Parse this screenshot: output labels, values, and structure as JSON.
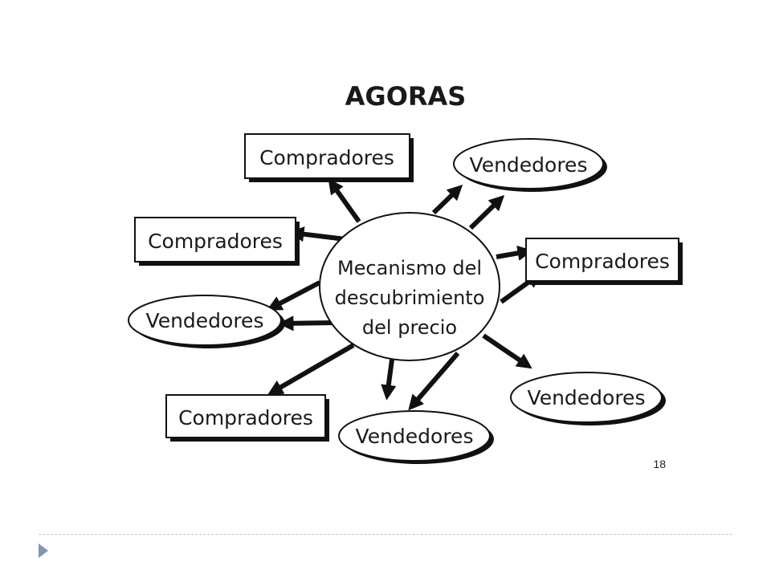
{
  "slide": {
    "title": "AGORAS",
    "page_number": "18"
  },
  "center": {
    "lines": [
      "Mecanismo del",
      "descubrimiento",
      "del precio"
    ]
  },
  "nodes": {
    "compradores_top": "Compradores",
    "compradores_left": "Compradores",
    "compradores_right": "Compradores",
    "compradores_bottom_left": "Compradores",
    "vendedores_top_right": "Vendedores",
    "vendedores_left": "Vendedores",
    "vendedores_bottom": "Vendedores",
    "vendedores_bottom_right": "Vendedores"
  },
  "colors": {
    "ink": "#111111",
    "footer_line": "#b7c7d6",
    "footer_bullet": "#7a97b3"
  }
}
